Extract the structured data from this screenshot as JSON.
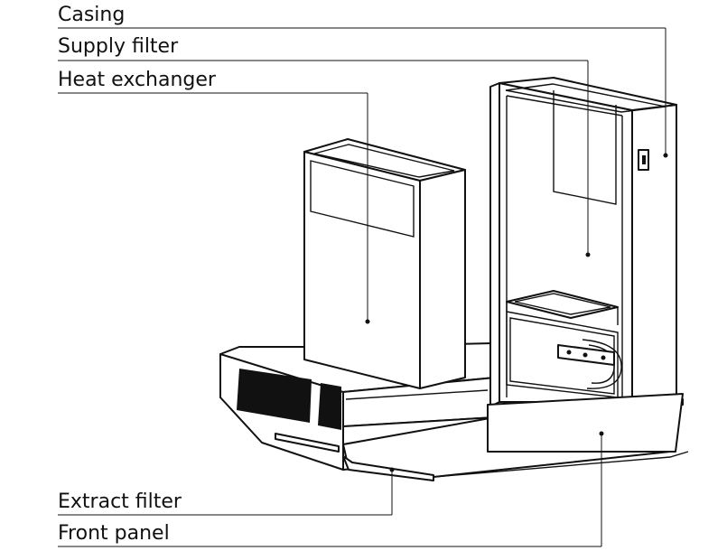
{
  "labels": {
    "casing": "Casing",
    "supply_filter": "Supply filter",
    "heat_exchanger": "Heat exchanger",
    "extract_filter": "Extract filter",
    "front_panel": "Front panel"
  },
  "colors": {
    "line": "#111111",
    "background": "#ffffff",
    "grille": "#111111"
  }
}
